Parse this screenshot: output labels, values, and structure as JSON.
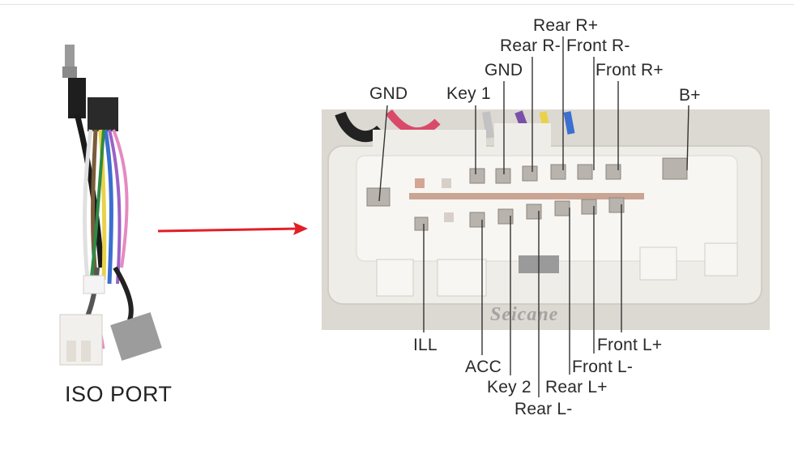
{
  "iso_port_label": "ISO PORT",
  "watermark": "Seicane",
  "pins_top": {
    "gnd_left": "GND",
    "key1": "Key 1",
    "gnd_mid": "GND",
    "rear_r_minus": "Rear R-",
    "rear_r_plus": "Rear R+",
    "front_r_minus": "Front R-",
    "front_r_plus": "Front R+",
    "b_plus": "B+"
  },
  "pins_bottom": {
    "ill": "ILL",
    "acc": "ACC",
    "key2": "Key 2",
    "rear_l_minus": "Rear L-",
    "rear_l_plus": "Rear L+",
    "front_l_minus": "Front L-",
    "front_l_plus": "Front L+"
  },
  "colors": {
    "arrow": "#e21f26",
    "leader": "#333333",
    "connector_body": "#eeebe6",
    "connector_shadow": "#d9d4cc",
    "pin_metal": "#b8b3ac"
  }
}
